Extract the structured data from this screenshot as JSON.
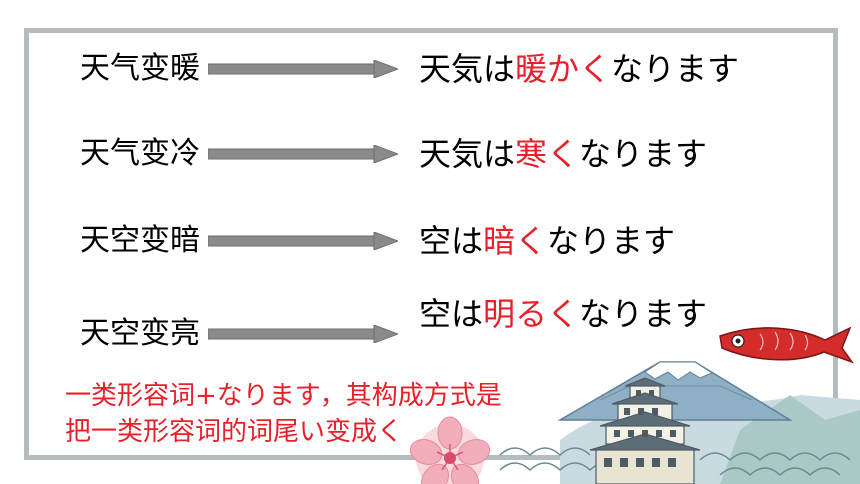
{
  "rows": [
    {
      "source": "天气变暖",
      "target_prefix": "天気は",
      "target_highlight": "暖かく",
      "target_suffix": "なります"
    },
    {
      "source": "天气变冷",
      "target_prefix": "天気は",
      "target_highlight": "寒く",
      "target_suffix": "なります"
    },
    {
      "source": "天空变暗",
      "target_prefix": "空は",
      "target_highlight": "暗く",
      "target_suffix": "なります"
    },
    {
      "source": "天空变亮",
      "target_prefix": "空は",
      "target_highlight": "明るく",
      "target_suffix": "なります"
    }
  ],
  "note": {
    "line1": "一类形容词+なります，其构成方式是",
    "line2": "把一类形容词的词尾い变成く"
  },
  "colors": {
    "highlight": "#e8202a",
    "frame": "#b4bcc0",
    "arrow": "#8a8a8a"
  },
  "icons": [
    "arrow-right-icon",
    "koinobori-carp-icon",
    "mount-fuji-illustration",
    "japanese-castle-illustration",
    "sakura-flower-icon"
  ]
}
